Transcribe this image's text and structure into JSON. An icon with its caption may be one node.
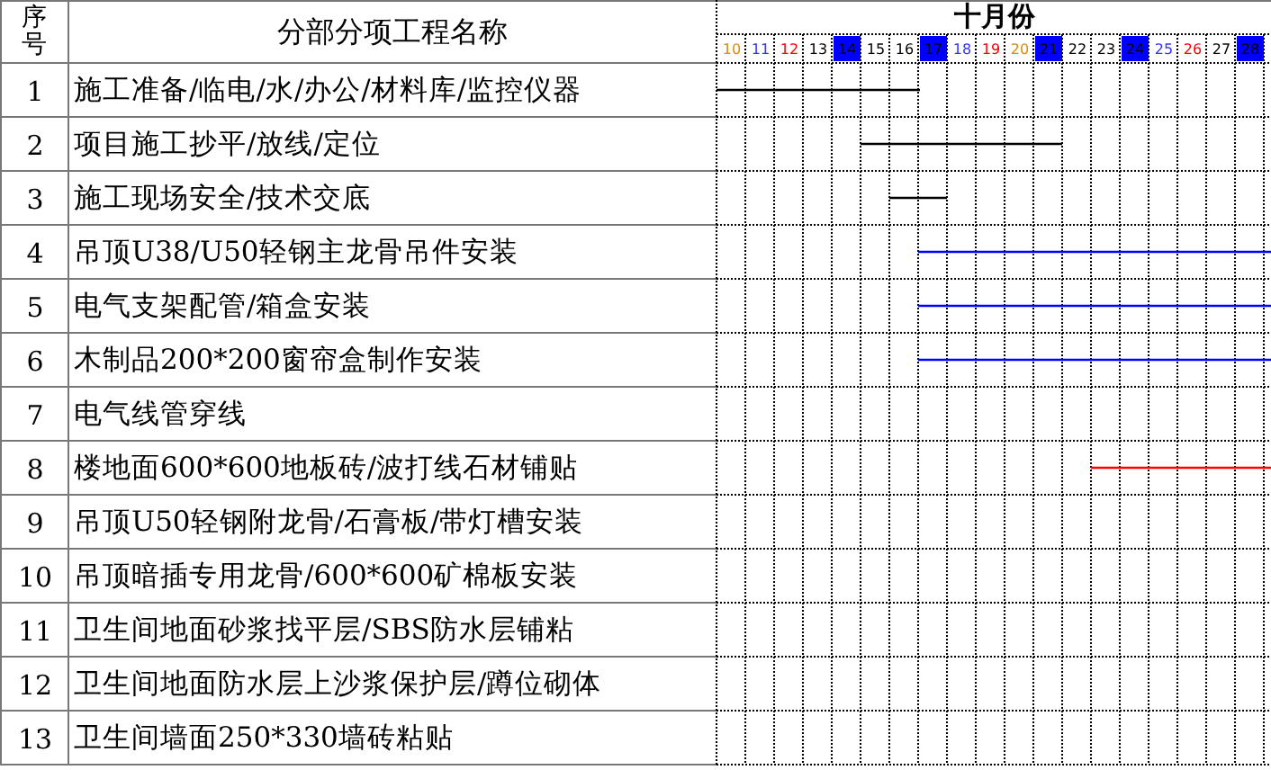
{
  "diagram": {
    "labels": [
      "序号",
      "分部分项工程名称",
      "十月份",
      "10",
      "11",
      "12",
      "13",
      "14",
      "15",
      "16",
      "17",
      "18",
      "19",
      "20",
      "21",
      "22",
      "23",
      "24",
      "25",
      "26",
      "27",
      "28",
      "1",
      "施工准备/临电/水/办公/材料库/监控仪器",
      "2",
      "项目施工抄平/放线/定位",
      "3",
      "施工现场安全/技术交底",
      "4",
      "吊顶U38/U50轻钢主龙骨吊件安装",
      "5",
      "电气支架配管/箱盒安装",
      "6",
      "木制品200*200窗帘盒制作安装",
      "7",
      "电气线管穿线",
      "8",
      "楼地面600*600地板砖/波打线石材铺贴",
      "9",
      "吊顶U50轻钢附龙骨/石膏板/带灯槽安装",
      "10",
      "吊顶暗插专用龙骨/600*600矿棉板安装",
      "11",
      "卫生间地面砂浆找平层/SBS防水层铺粘",
      "12",
      "卫生间地面防水层上沙浆保护层/蹲位砌体",
      "13",
      "卫生间墙面250*330墙砖粘贴"
    ]
  }
}
